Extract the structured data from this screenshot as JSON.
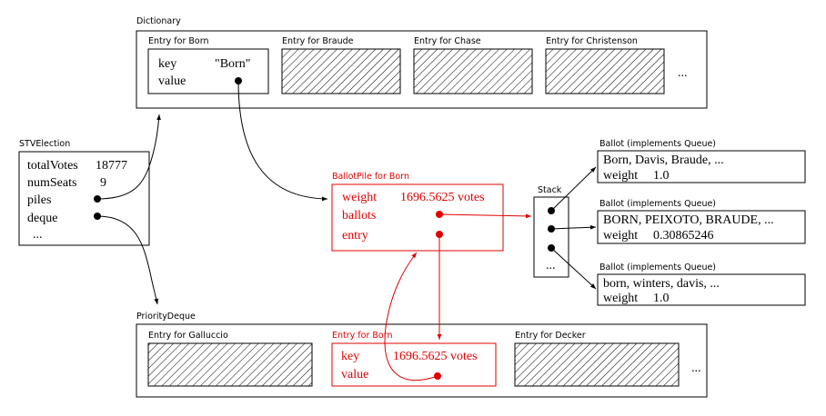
{
  "dictionary": {
    "title": "Dictionary",
    "entry_labels": [
      "Entry for Born",
      "Entry for Braude",
      "Entry for Chase",
      "Entry for Christenson"
    ],
    "born_entry": {
      "key_label": "key",
      "key_value": "\"Born\"",
      "value_label": "value"
    },
    "ellipsis": "..."
  },
  "stv_election": {
    "title": "STVElection",
    "total_votes_label": "totalVotes",
    "total_votes_value": "18777",
    "num_seats_label": "numSeats",
    "num_seats_value": "9",
    "piles_label": "piles",
    "deque_label": "deque",
    "ellipsis": "..."
  },
  "ballot_pile": {
    "title": "BallotPile for Born",
    "weight_label": "weight",
    "weight_value": "1696.5625 votes",
    "ballots_label": "ballots",
    "entry_label": "entry"
  },
  "stack": {
    "title": "Stack",
    "ellipsis": "..."
  },
  "ballots": [
    {
      "title": "Ballot (implements Queue)",
      "names": "Born, Davis, Braude, ...",
      "weight_label": "weight",
      "weight_value": "1.0"
    },
    {
      "title": "Ballot (implements Queue)",
      "names": "BORN, PEIXOTO, BRAUDE, ...",
      "weight_label": "weight",
      "weight_value": "0.30865246"
    },
    {
      "title": "Ballot (implements Queue)",
      "names": "born, winters, davis, ...",
      "weight_label": "weight",
      "weight_value": "1.0"
    }
  ],
  "priority_deque": {
    "title": "PriorityDeque",
    "entry_labels": [
      "Entry for Galluccio",
      "Entry for Born",
      "Entry for Decker"
    ],
    "born_entry": {
      "key_label": "key",
      "key_value": "1696.5625 votes",
      "value_label": "value"
    },
    "ellipsis": "..."
  },
  "colors": {
    "black": "#000000",
    "red": "#e00000"
  }
}
